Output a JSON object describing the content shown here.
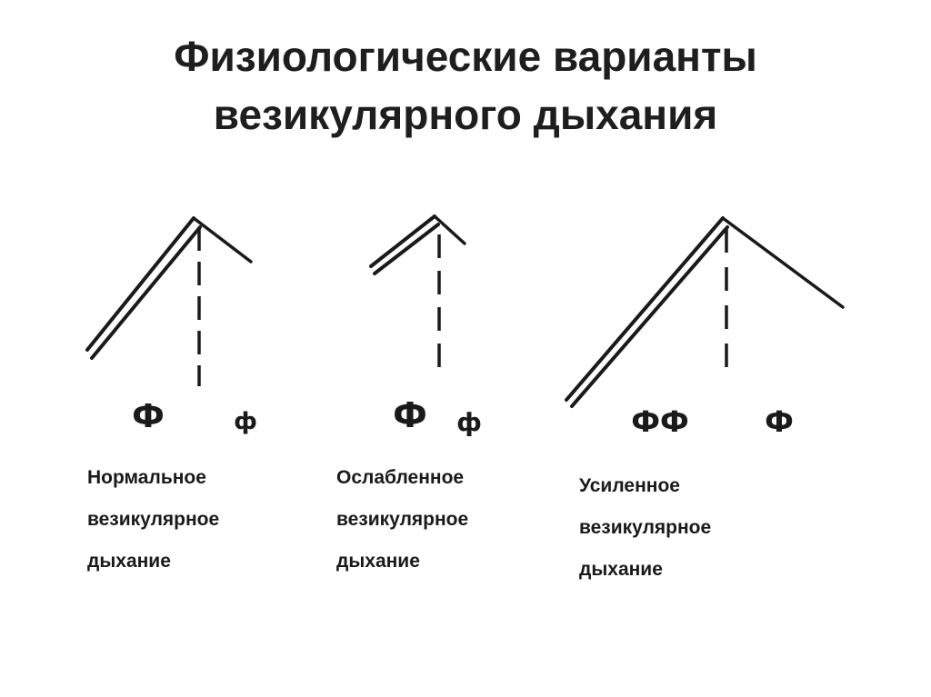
{
  "title": {
    "line1": "Физиологические варианты",
    "line2": "везикулярного дыхания"
  },
  "variants": [
    {
      "inhale_symbol": "Ф",
      "exhale_symbol": "ф",
      "caption": [
        "Нормальное",
        "везикулярное",
        "дыхание"
      ]
    },
    {
      "inhale_symbol": "Ф",
      "exhale_symbol": "ф",
      "caption": [
        "Ослабленное",
        "везикулярное",
        "дыхание"
      ]
    },
    {
      "inhale_symbol": "ФФ",
      "exhale_symbol": "Ф",
      "caption": [
        "Усиленное",
        "везикулярное",
        "дыхание"
      ]
    }
  ],
  "colors": {
    "ink": "#1a1a1a",
    "background": "#ffffff"
  }
}
